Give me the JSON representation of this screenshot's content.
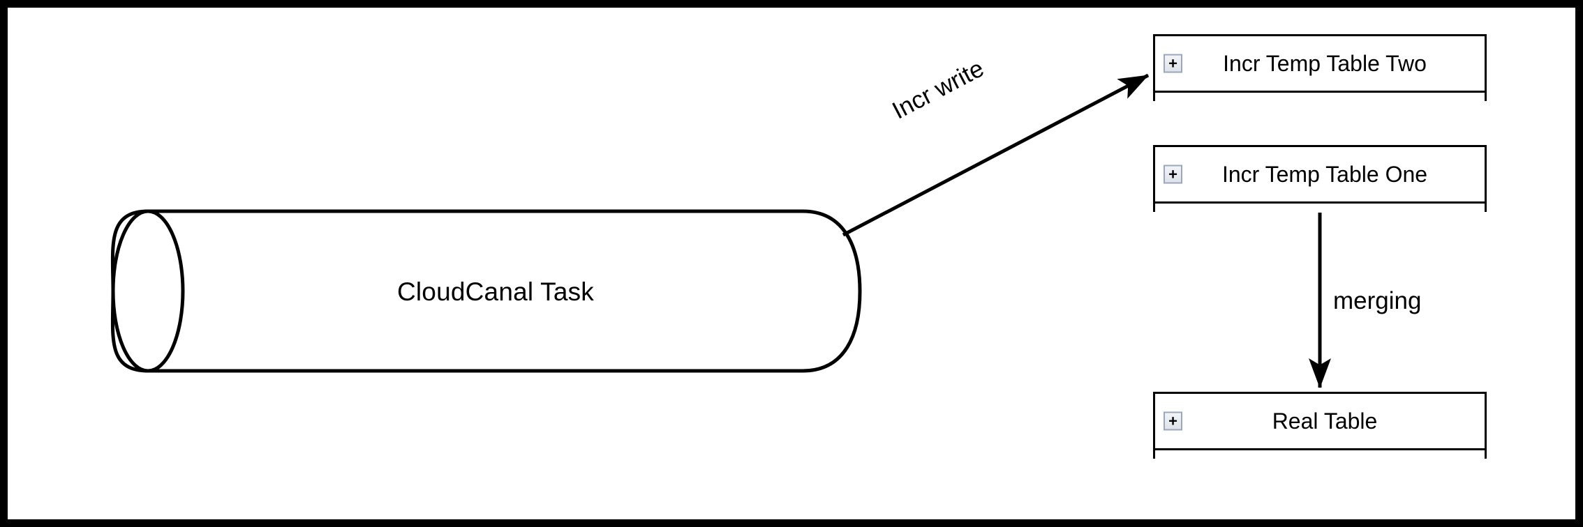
{
  "diagram": {
    "type": "flow-diagram",
    "background": "#ffffff",
    "frame_color": "#000000",
    "stroke_color": "#000000",
    "nodes": [
      {
        "id": "cloudcanal-task",
        "shape": "cylinder",
        "label": "CloudCanal Task"
      },
      {
        "id": "incr-temp-table-two",
        "shape": "table",
        "label": "Incr Temp Table Two",
        "icon": "plus-icon"
      },
      {
        "id": "incr-temp-table-one",
        "shape": "table",
        "label": "Incr Temp Table One",
        "icon": "plus-icon"
      },
      {
        "id": "real-table",
        "shape": "table",
        "label": "Real Table",
        "icon": "plus-icon"
      }
    ],
    "edges": [
      {
        "id": "incr-write-edge",
        "from": "cloudcanal-task",
        "to": "incr-temp-table-two",
        "label": "Incr write",
        "arrowhead": "filled-triangle"
      },
      {
        "id": "merging-edge",
        "from": "incr-temp-table-one",
        "to": "real-table",
        "label": "merging",
        "arrowhead": "filled-triangle"
      }
    ]
  }
}
